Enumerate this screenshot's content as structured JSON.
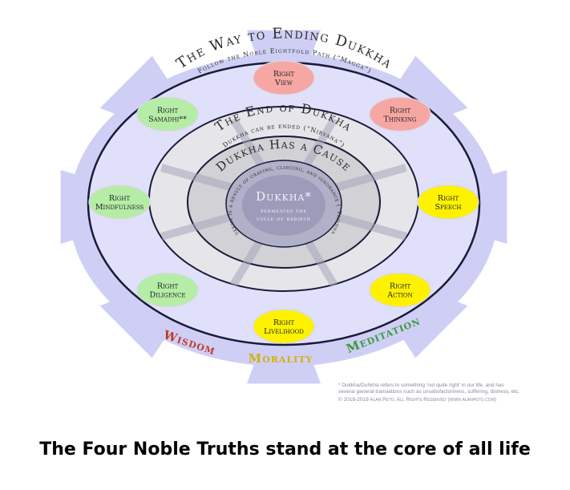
{
  "outer_ring": {
    "title": "The Way to Ending Dukkha",
    "subtitle": "Follow the Noble Eightfold Path (“Magga”)"
  },
  "middle_ring": {
    "title": "The End of Dukkha",
    "subtitle": "Dukkha can be ended (“Nirvana”)"
  },
  "inner_ring": {
    "title": "Dukkha Has a Cause",
    "subtitle": "Dukkha is a result of craving, clinging, and ignorance (“Trishna”)"
  },
  "center": {
    "title": "Dukkha*",
    "line1": "permeates the",
    "line2": "cycle of rebirth"
  },
  "path_nodes": [
    {
      "line1": "Right",
      "line2": "View",
      "color": "#f6a7a3"
    },
    {
      "line1": "Right",
      "line2": "Thinking",
      "color": "#f6a7a3"
    },
    {
      "line1": "Right",
      "line2": "Speech",
      "color": "#fff200"
    },
    {
      "line1": "Right",
      "line2": "Action",
      "color": "#fff200"
    },
    {
      "line1": "Right",
      "line2": "Livelihood",
      "color": "#fff200"
    },
    {
      "line1": "Right",
      "line2": "Diligence",
      "color": "#b5eca6"
    },
    {
      "line1": "Right",
      "line2": "Mindfulness",
      "color": "#b5eca6"
    },
    {
      "line1": "Right",
      "line2": "Samadhi**",
      "color": "#b5eca6"
    }
  ],
  "groups": {
    "wisdom": {
      "label": "Wisdom",
      "color": "#c0392b"
    },
    "morality": {
      "label": "Morality",
      "color": "#d4b000"
    },
    "meditation": {
      "label": "Meditation",
      "color": "#3a9a3a"
    }
  },
  "footnote": {
    "line1": "* Dukkha/Duhkha refers to something ‘not quite right’ in our life, and has",
    "line2": "several general translations such as unsatisfactoriness, suffering, distress, etc.",
    "copyright": "© 2018-2019 Alan Peto, All Rights Reserved (www.alanpeto.com)"
  },
  "caption": "The Four Noble Truths stand at the core of all life",
  "colors": {
    "wheel": "#ccccf6",
    "wheel_light": "#dcdcfa",
    "ring_dark": "#1a1a3a",
    "gray_ring": "#cfcfd4",
    "gray_ring_light": "#e3e3e6",
    "spoke": "#8f8faa",
    "center_fill": "#8a8aa8"
  }
}
